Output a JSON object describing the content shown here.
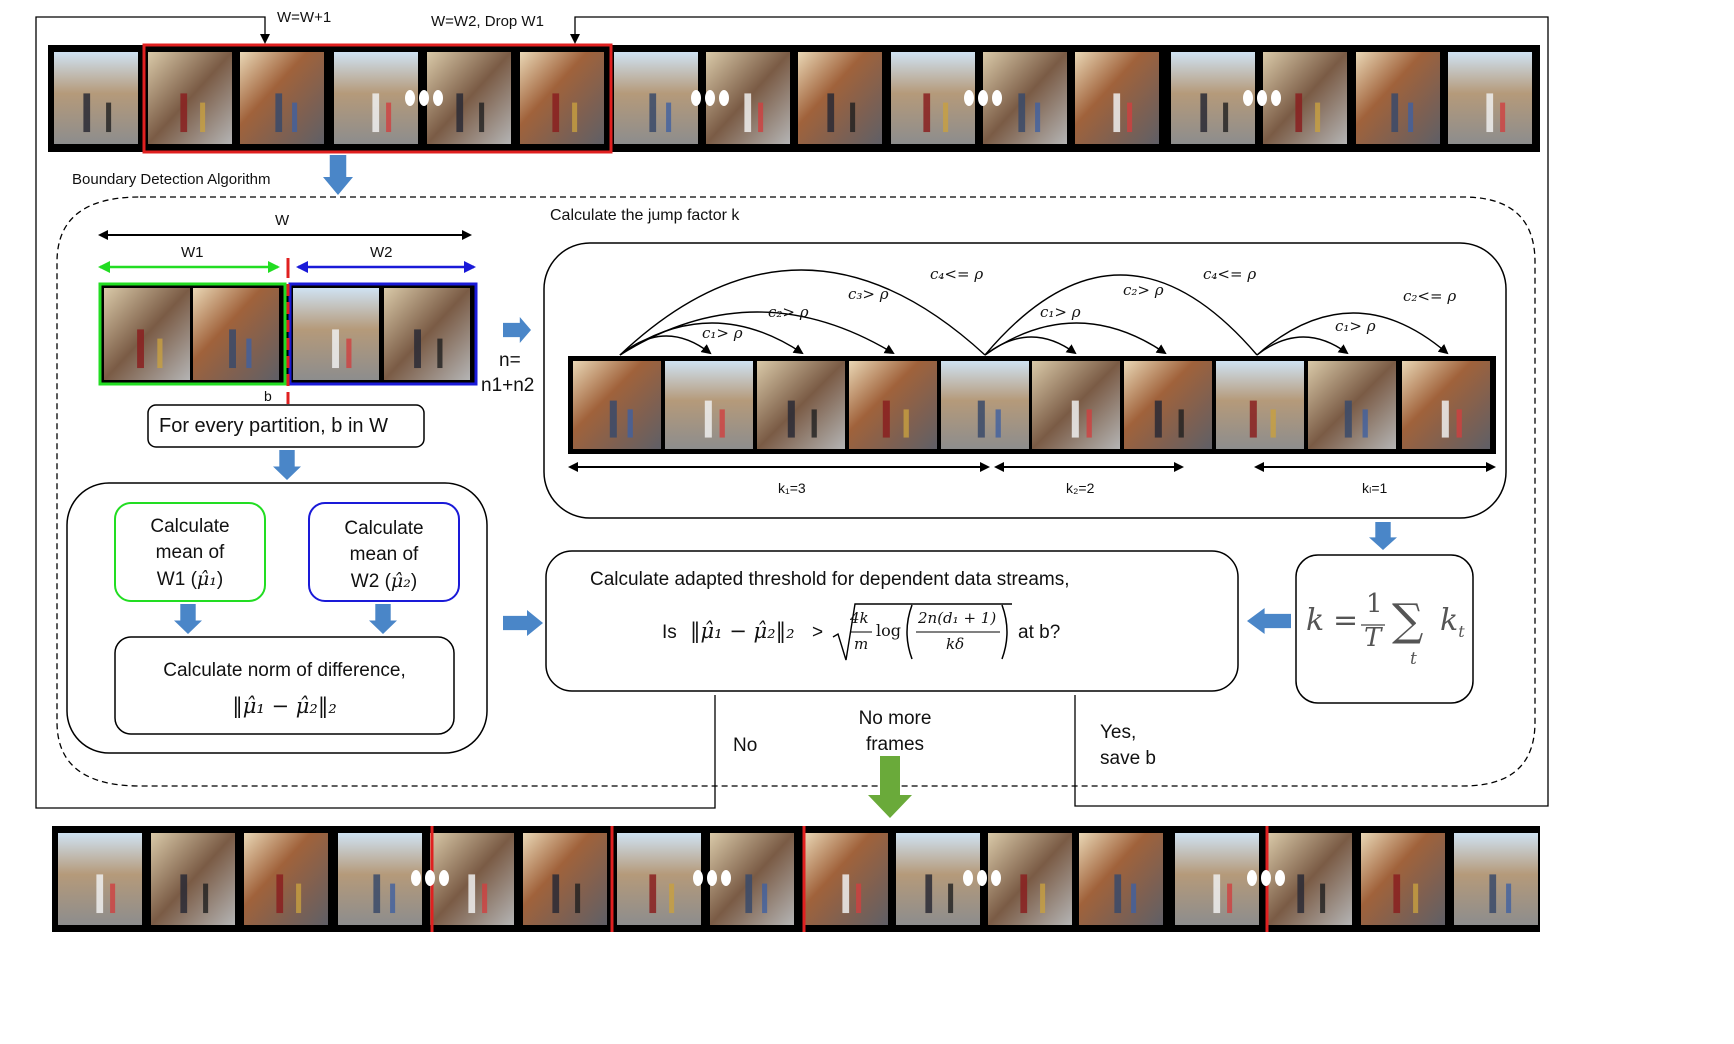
{
  "top_annotations": {
    "window_grow": "W=W+1",
    "window_drop": "W=W2, Drop W1"
  },
  "section_title": "Boundary Detection Algorithm",
  "window_labels": {
    "w": "W",
    "w1": "W1",
    "w2": "W2",
    "b": "b"
  },
  "partition_box": "For every partition, b in W",
  "n_label": {
    "line1": "n=",
    "line2": "n1+n2"
  },
  "mean_w1": {
    "line1": "Calculate",
    "line2": "mean of",
    "line3": "W1 (",
    "mu": "μ̂₁",
    "close": ")"
  },
  "mean_w2": {
    "line1": "Calculate",
    "line2": "mean of",
    "line3": "W2 (",
    "mu": "μ̂₂",
    "close": ")"
  },
  "norm_box": {
    "line1": "Calculate norm of difference,",
    "formula": "‖μ̂₁ − μ̂₂‖₂"
  },
  "jump_title": "Calculate the jump factor k",
  "jump_arcs": {
    "seg1": [
      "c₁> ρ",
      "c₂> ρ",
      "c₃> ρ",
      "c₄<= ρ"
    ],
    "seg2": [
      "c₁> ρ",
      "c₂> ρ",
      "c₄<= ρ"
    ],
    "seg3": [
      "c₁> ρ",
      "c₂<= ρ"
    ]
  },
  "k_labels": [
    "k₁=3",
    "k₂=2",
    "kₗ=1"
  ],
  "threshold_box": {
    "line1": "Calculate adapted threshold for dependent data streams,",
    "is": "Is",
    "norm": "‖μ̂₁ − μ̂₂‖₂",
    "gt": ">",
    "sqrt_num": "4k",
    "sqrt_den": "m",
    "log": "log",
    "inner_num": "2n(d₁ + 1)",
    "inner_den": "kδ",
    "tail": "at b?"
  },
  "k_formula": {
    "k": "k",
    "eq": "=",
    "one": "1",
    "T": "T",
    "sigma": "∑",
    "t": "t",
    "kt": "k",
    "kt_sub": "t"
  },
  "decisions": {
    "no": "No",
    "no_more_line1": "No more",
    "no_more_line2": "frames",
    "yes_line1": "Yes,",
    "yes_line2": "save b"
  },
  "colors": {
    "window_red": "#e02020",
    "w1_green": "#22dd22",
    "w2_blue": "#1a1ad8",
    "flow_arrow_blue": "#4a86c8",
    "flow_arrow_green": "#6aaa3a",
    "film_black": "#000000"
  },
  "icons": [
    "ellipsis-dots",
    "down-arrow",
    "right-arrow",
    "left-arrow"
  ]
}
